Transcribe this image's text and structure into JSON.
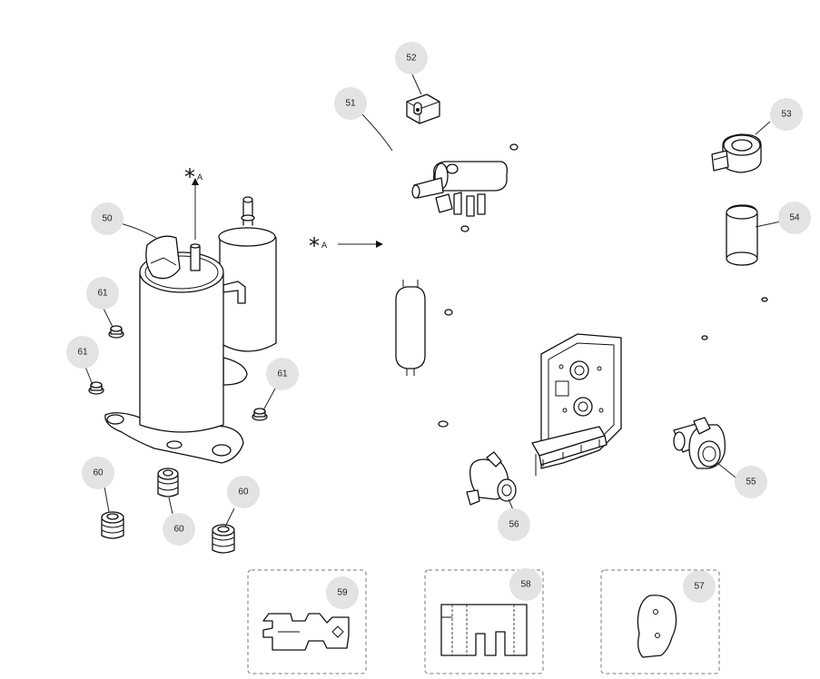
{
  "callouts": {
    "c50": "50",
    "c51": "51",
    "c52": "52",
    "c53": "53",
    "c54": "54",
    "c55": "55",
    "c56": "56",
    "c57": "57",
    "c58": "58",
    "c59": "59",
    "c60a": "60",
    "c60b": "60",
    "c60c": "60",
    "c61a": "61",
    "c61b": "61",
    "c61c": "61"
  },
  "markers": {
    "star": "*",
    "letter": "A"
  }
}
